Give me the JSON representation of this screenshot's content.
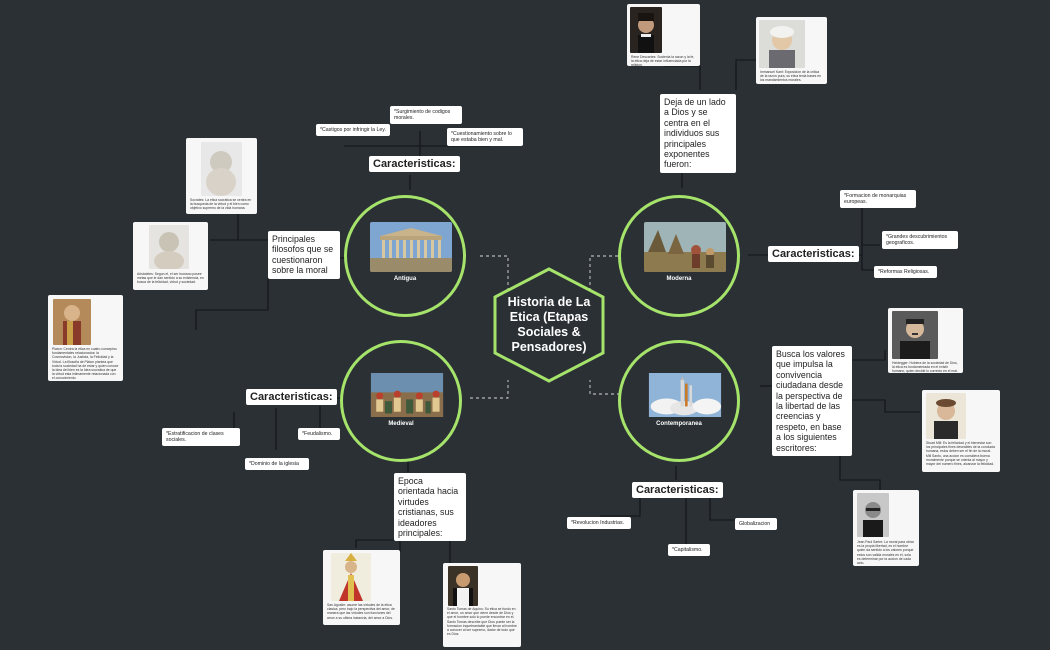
{
  "center": {
    "title": "Historia de La Etica (Etapas Sociales & Pensadores)"
  },
  "eras": {
    "antigua": "Antigua",
    "moderna": "Moderna",
    "medieval": "Medieval",
    "contemporanea": "Contemporanea"
  },
  "antigua": {
    "caracteristicas": "Caracteristicas:",
    "items": [
      "*Castigos por infringir la Ley.",
      "*Surgimiento de codigos morales.",
      "*Cuestionamiento sobre lo que estaba bien y mal."
    ],
    "philosophers_heading": "Principales filosofos que se cuestionaron sobre la moral",
    "philosophers": [
      "Socrates: La etica socratica se centra en la busqueda de la virtud y el bien como objetivo supremo de la vida humana.",
      "Aristoteles: Segun el, el ser humano posee metas que le dan sentido a su existencia, en busca de la felicidad, virtud y sociedad.",
      "Platon: Centra la etica en cuatro conceptos fundamentales relacionados: la Cosmovision, la Justicia, la Felicidad y la Virtud. La filosofia de Platon plantea que toda la sociedad ha de estar y quien conoce la idea del bien es la Idea socratica de que la virtud esta intimamente relacionada con el conocimiento."
    ]
  },
  "moderna": {
    "heading": "Deja de un lado a Dios y se centra en el individuos sus principales exponentes fueron:",
    "philosophers": [
      "Rene Descartes: Sostenia la razon y la fe, la etica deja de estar influenciada por la religion.",
      "Immanuel Kant: Exposicion de la critica de la razon pura, su etica tenia bases en los mandamientos morales."
    ],
    "caracteristicas": "Caracteristicas:",
    "items": [
      "*Formacion de monarquias europeas.",
      "*Grandes descubrimientos geograficos.",
      "*Reformas Religiosas."
    ]
  },
  "medieval": {
    "caracteristicas": "Caracteristicas:",
    "items": [
      "*Estratificacion de clases sociales.",
      "*Feudalismo.",
      "*Dominio de la iglesia"
    ],
    "heading": "Epoca orientada hacia virtudes cristianas, sus ideadores principales:",
    "philosophers": [
      "San Agustin: asume las virtudes de la etica clasica, pero bajo la perspectiva del amor, de manera que las virtudes son funciones del amor a su ultima instancia, del amor a Dios.",
      "Santo Tomas de Aquino: Su etica se fundo en el amor, un amor que viene desde de Dios y que el hombre solo lo puede encontrar en el. Santo Tomas describe que Dios puede ser la formacion inquebrantable que llevar al hombre a conocer al ser supremo, dador de todo que es Dios."
    ]
  },
  "contemporanea": {
    "heading": "Busca los valores que impulsa la convivencia ciudadana desde la perspectiva de la libertad de las creencias y respeto, en base a los siguientes escritores:",
    "philosophers": [
      "Heidegger: Hubiera de la sociedad de Dios, la etica es fundamentada en el existir humano, quien decide lo correcto en el mal.",
      "Stuart Mill: Es la felicidad y el bienestar son los principales fines deseables de la conducta humana, estos deben ser el fin de la moral. Mill Santo, una accion es considera buena moralmente porque se orienta al mayor y mayor del numero fines, alcanzar la felicidad.",
      "Jean Paul Sartre: La moral para obrar es la propia libertad, es el hombre quien da sentido a los valores porque estos son valida morales en el, sola es determinar por la accion de cada acto."
    ],
    "caracteristicas": "Caracteristicas:",
    "items": [
      "*Revolucion Industrias.",
      "Globalizacion",
      "*Capitalismo."
    ]
  },
  "colors": {
    "background": "#2b3035",
    "accent": "#a5e36b",
    "connector": "#15191c"
  }
}
